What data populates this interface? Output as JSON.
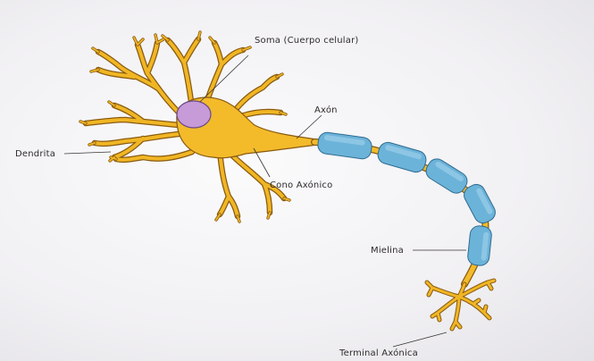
{
  "diagram": {
    "labels": {
      "soma": "Soma (Cuerpo celular)",
      "axon": "Axón",
      "dendrite": "Dendrita",
      "axon_hillock": "Cono Axónico",
      "myelin": "Mielina",
      "axon_terminal": "Terminal Axónica"
    },
    "colors": {
      "cell_body": "#f3bb2a",
      "cell_outline": "#8a5a10",
      "nucleus": "#c79ad8",
      "nucleus_outline": "#6b4a86",
      "myelin": "#6cb3d9",
      "myelin_outline": "#2f6c91",
      "paper": "#f4f3f6"
    }
  }
}
